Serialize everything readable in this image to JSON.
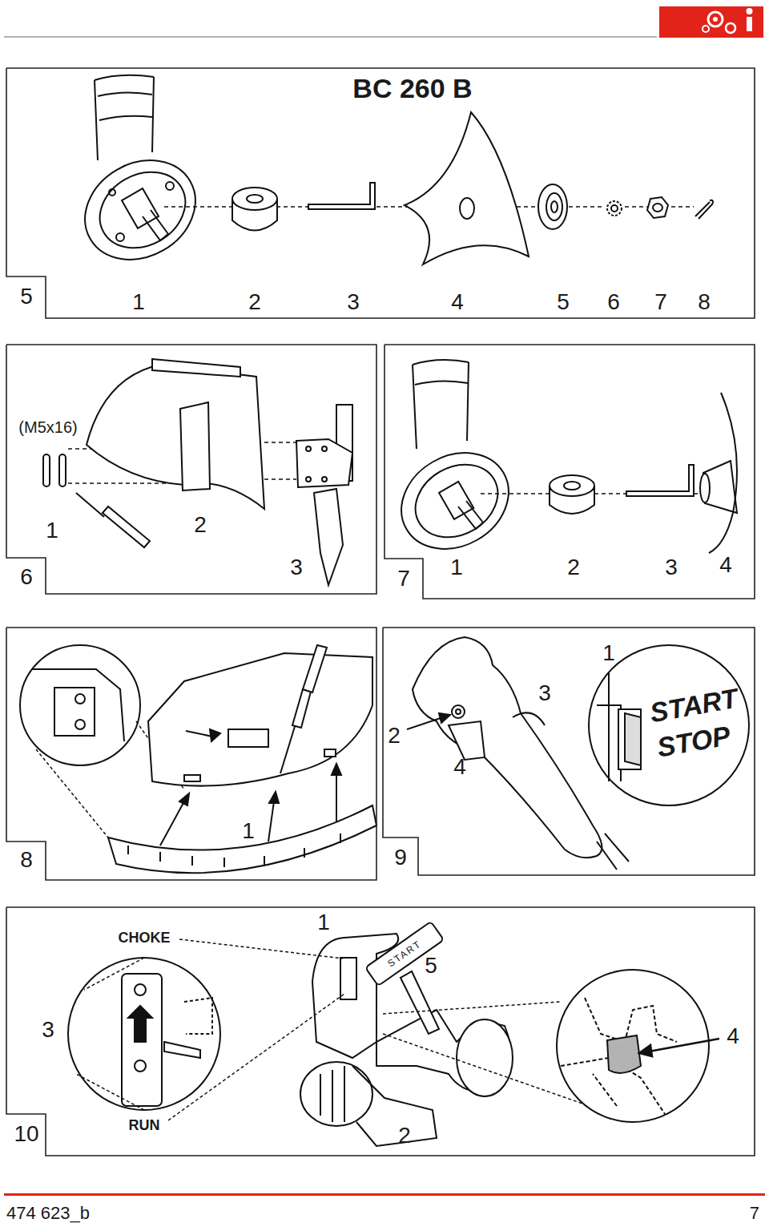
{
  "diagram": {
    "nodes": [
      {
        "text": [
          "BC 260 B",
          "5",
          "1",
          "2",
          "3",
          "4",
          "5",
          "6",
          "7",
          "8"
        ]
      },
      {
        "text": [
          "(M5x16)",
          "1",
          "2",
          "6",
          "3"
        ]
      },
      {
        "text": [
          "7",
          "1",
          "2",
          "3",
          "4"
        ]
      },
      {
        "text": [
          "1",
          "8"
        ]
      },
      {
        "text": [
          "1",
          "3",
          "2",
          "4",
          "START",
          "STOP",
          "9"
        ]
      },
      {
        "text": [
          "CHOKE",
          "1",
          "5",
          "3",
          "4",
          "10",
          "RUN",
          "2",
          "START"
        ]
      }
    ],
    "labels": [
      "474 623_b",
      "7"
    ]
  }
}
